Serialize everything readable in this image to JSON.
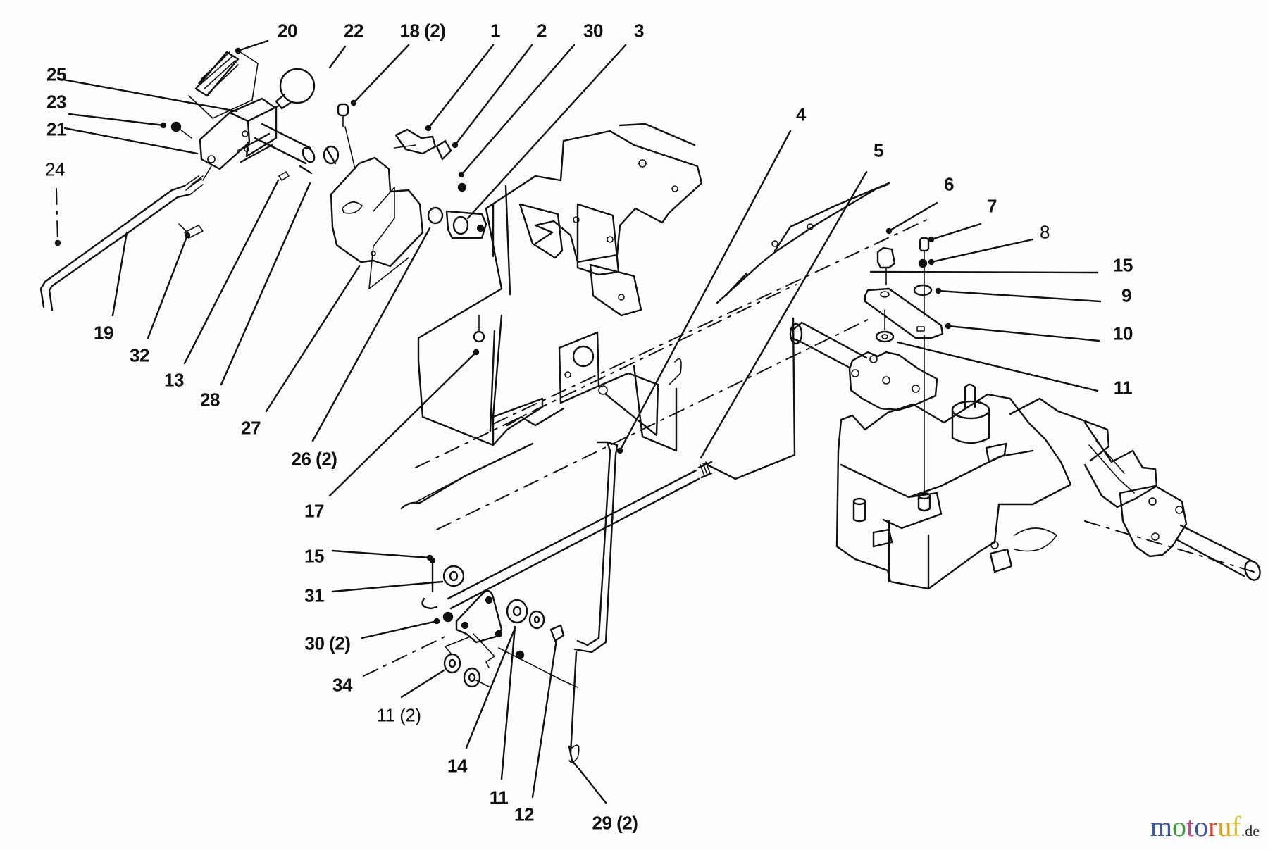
{
  "diagram": {
    "title": "Transaxle shift linkage exploded parts view",
    "callouts": [
      {
        "id": "c20",
        "text": "20"
      },
      {
        "id": "c22",
        "text": "22"
      },
      {
        "id": "c18",
        "text": "18 (2)"
      },
      {
        "id": "c1",
        "text": "1"
      },
      {
        "id": "c2",
        "text": "2"
      },
      {
        "id": "c30",
        "text": "30"
      },
      {
        "id": "c3",
        "text": "3"
      },
      {
        "id": "c25",
        "text": "25"
      },
      {
        "id": "c23",
        "text": "23"
      },
      {
        "id": "c21",
        "text": "21"
      },
      {
        "id": "c24",
        "text": "24"
      },
      {
        "id": "c19",
        "text": "19"
      },
      {
        "id": "c32",
        "text": "32"
      },
      {
        "id": "c13",
        "text": "13"
      },
      {
        "id": "c28",
        "text": "28"
      },
      {
        "id": "c27",
        "text": "27"
      },
      {
        "id": "c26",
        "text": "26 (2)"
      },
      {
        "id": "c17",
        "text": "17"
      },
      {
        "id": "c4",
        "text": "4"
      },
      {
        "id": "c5",
        "text": "5"
      },
      {
        "id": "c6",
        "text": "6"
      },
      {
        "id": "c7",
        "text": "7"
      },
      {
        "id": "c8",
        "text": "8"
      },
      {
        "id": "c15a",
        "text": "15"
      },
      {
        "id": "c9",
        "text": "9"
      },
      {
        "id": "c10",
        "text": "10"
      },
      {
        "id": "c11a",
        "text": "11"
      },
      {
        "id": "c15b",
        "text": "15"
      },
      {
        "id": "c31",
        "text": "31"
      },
      {
        "id": "c30b",
        "text": "30 (2)"
      },
      {
        "id": "c34",
        "text": "34"
      },
      {
        "id": "c11b",
        "text": "11 (2)"
      },
      {
        "id": "c14",
        "text": "14"
      },
      {
        "id": "c11c",
        "text": "11"
      },
      {
        "id": "c12",
        "text": "12"
      },
      {
        "id": "c29",
        "text": "29 (2)"
      }
    ]
  },
  "watermark": {
    "letters": [
      "m",
      "o",
      "t",
      "o",
      "r",
      "u",
      "f"
    ],
    "colors": [
      "#3b57a6",
      "#3f9a3a",
      "#d6408a",
      "#3b57a6",
      "#d9432c",
      "#e2a11c",
      "#e8c21a"
    ],
    "suffix": ".de"
  }
}
